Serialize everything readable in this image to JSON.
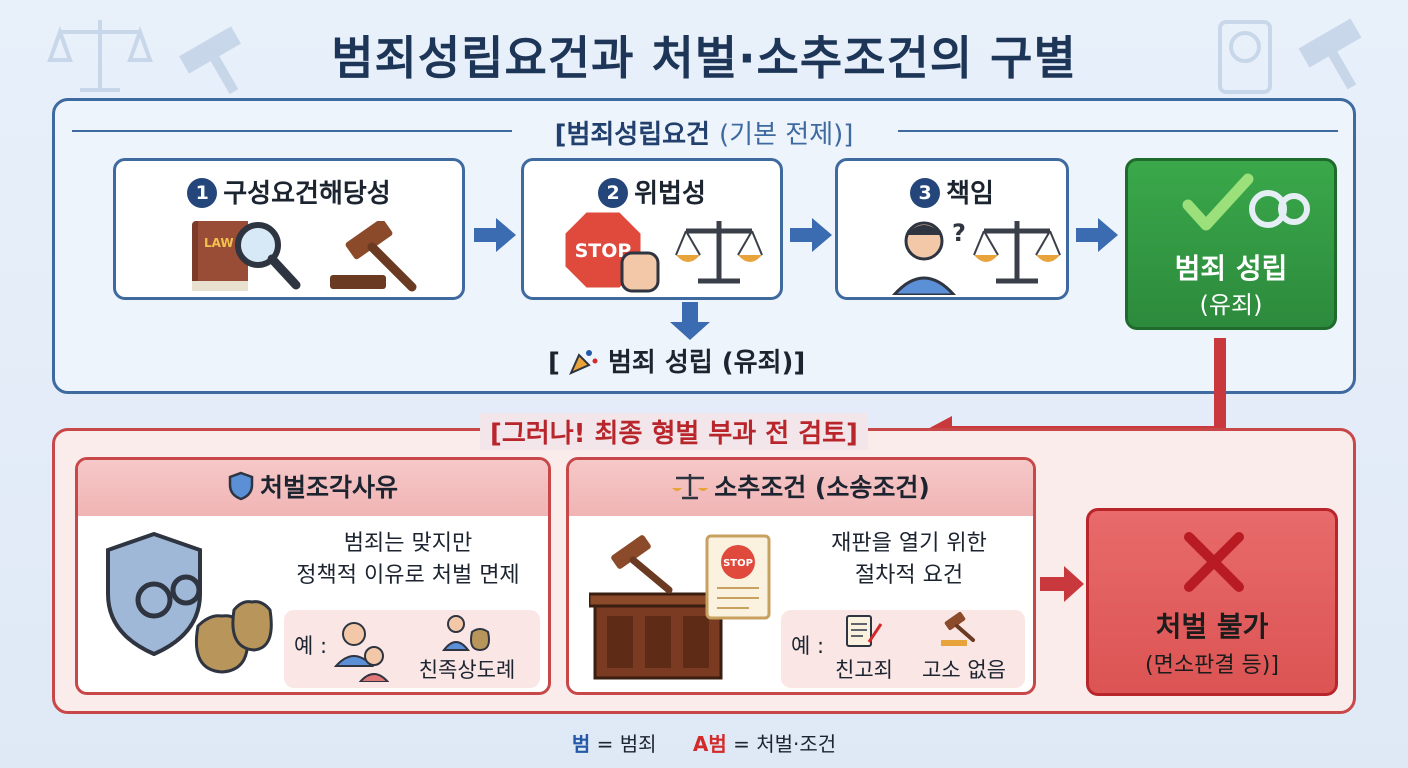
{
  "title": "범죄성립요건과 처벌·소추조건의 구별",
  "top": {
    "header_main": "[범죄성립요건",
    "header_sub": "(기본 전제)]",
    "steps": [
      {
        "num": "1",
        "label": "구성요건해당성"
      },
      {
        "num": "2",
        "label": "위법성"
      },
      {
        "num": "3",
        "label": "책임"
      }
    ],
    "result_title": "범죄 성립",
    "result_sub": "(유죄)",
    "mid_label": "범죄 성립 (유죄)]",
    "mid_bracket": "[",
    "stop_sign": "STOP",
    "law_book": "LAW",
    "question_mark": "?"
  },
  "bottom": {
    "header": "[그러나! 최종 형벌 부과 전 검토]",
    "exemption": {
      "title": "처벌조각사유",
      "desc_line1": "범죄는 맞지만",
      "desc_line2": "정책적 이유로 처벌 면제",
      "example_label": "예 :",
      "example_item": "친족상도례"
    },
    "prosecution": {
      "title": "소추조건 (소송조건)",
      "desc_line1": "재판을 열기 위한",
      "desc_line2": "절차적 요건",
      "example_label": "예 :",
      "example_items": [
        "친고죄",
        "고소 없음"
      ],
      "stop_sign": "STOP"
    },
    "deny_title": "처벌 불가",
    "deny_sub": "(면소판결 등)]"
  },
  "legend": {
    "blue_key": "범",
    "blue_text": "= 범죄",
    "red_key": "A범",
    "red_text": "= 처벌·조건"
  },
  "colors": {
    "navy": "#1d3557",
    "blue_border": "#3e6aa0",
    "green": "#2c8a3c",
    "red_border": "#c8484a",
    "red_text": "#b8262c"
  }
}
